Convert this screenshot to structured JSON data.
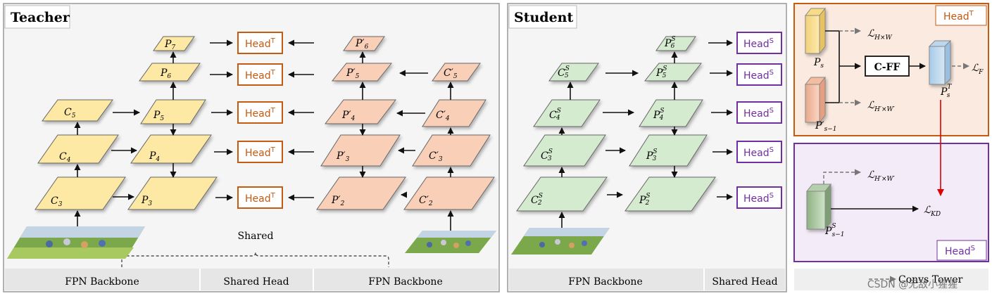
{
  "teacher": {
    "title": "Teacher",
    "shared_label": "Shared",
    "footer": [
      "FPN Backbone",
      "Shared Head",
      "FPN Backbone"
    ],
    "c_labels": [
      "C",
      "C",
      "C"
    ],
    "c_subs": [
      "5",
      "4",
      "3"
    ],
    "p_labels": [
      "P",
      "P",
      "P",
      "P",
      "P"
    ],
    "p_subs": [
      "7",
      "6",
      "5",
      "4",
      "3"
    ],
    "pp_labels": [
      "P",
      "P",
      "P",
      "P",
      "P"
    ],
    "pp_subs": [
      "6",
      "5",
      "4",
      "3",
      "2"
    ],
    "cp_labels": [
      "C",
      "C",
      "C",
      "C"
    ],
    "cp_subs": [
      "5",
      "4",
      "3",
      "2"
    ],
    "head_label": "Head",
    "head_sup": "T"
  },
  "student": {
    "title": "Student",
    "footer": [
      "FPN Backbone",
      "Shared Head"
    ],
    "c_labels": [
      "C",
      "C",
      "C",
      "C"
    ],
    "c_subs": [
      "5",
      "4",
      "3",
      "2"
    ],
    "p_labels": [
      "P",
      "P",
      "P",
      "P",
      "P"
    ],
    "p_subs": [
      "6",
      "5",
      "4",
      "3",
      "2"
    ],
    "sup": "S",
    "head_label": "Head",
    "head_sup": "S"
  },
  "detail": {
    "head_t_label": "Head",
    "head_t_sup": "T",
    "head_s_label": "Head",
    "head_s_sup": "S",
    "ps_label": "P",
    "ps_sub": "s",
    "ps1_label": "P",
    "ps1_sub": "s−1",
    "cff_label": "C-FF",
    "pst_label": "P",
    "pst_sub": "s",
    "pst_sup": "T",
    "pss1_label": "P",
    "pss1_sub": "s−1",
    "pss1_sup": "S",
    "loss_l": "ℒ",
    "loss_hw_sub": "H×W",
    "loss_hw2_sub": "H′×W′",
    "loss_f_sub": "F",
    "loss_hw3_sub": "H′×W′",
    "loss_kd_sub": "KD",
    "legend_label": "Convs Tower"
  },
  "watermark": "CSDN @无敌小猩猩",
  "colors": {
    "yellow": "#fde8a4",
    "salmon": "#f9cfb8",
    "green": "#d5ebcf",
    "head_t": "#c55a11",
    "head_s": "#7030a0",
    "detail_t_bg": "#fbeadf",
    "detail_s_bg": "#f3ecf8",
    "red_arrow": "#e00000"
  }
}
